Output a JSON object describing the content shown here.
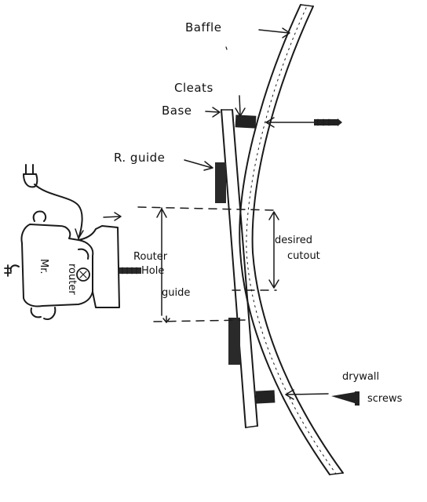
{
  "labels": {
    "baffle": "Baffle",
    "cleats": "Cleats",
    "base": "Base",
    "r_guide": "R. guide",
    "router_line1": "Router",
    "router_line2": "Hole",
    "router_line3": "guide",
    "desired_line1": "desired",
    "desired_line2": "cutout",
    "drywall_line1": "drywall",
    "drywall_line2": "screws",
    "mr_router_line1": "Mr.",
    "mr_router_line2": "router"
  }
}
